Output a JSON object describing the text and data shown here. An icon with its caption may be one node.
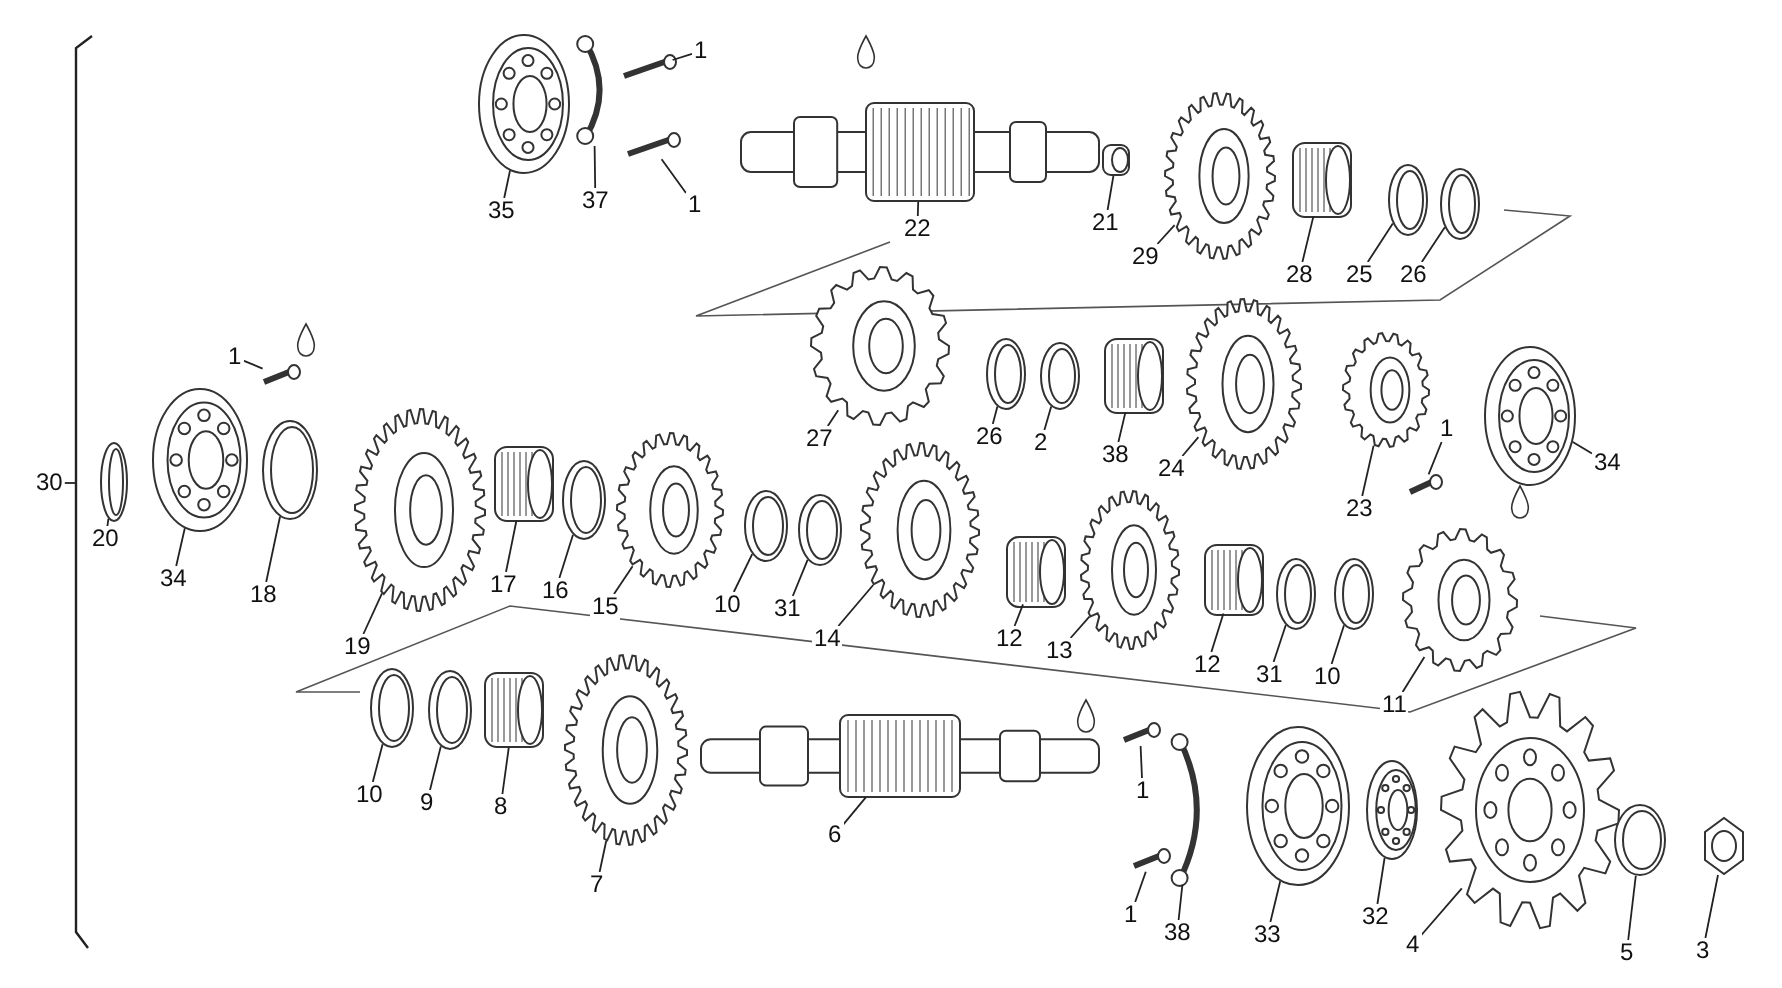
{
  "diagram": {
    "nodes": [
      {
        "text": [
          "1"
        ]
      },
      {
        "text": [],
        "shape": "picture"
      },
      {
        "text": [
          "37"
        ]
      },
      {
        "text": [],
        "shape": "picture"
      },
      {
        "text": [
          "1"
        ]
      },
      {
        "text": [],
        "shape": "picture"
      },
      {
        "text": [
          "35"
        ]
      },
      {
        "text": [],
        "shape": "picture"
      },
      {
        "text": [
          "22"
        ]
      },
      {
        "text": [],
        "shape": "picture"
      },
      {
        "text": [
          "21"
        ]
      },
      {
        "text": [],
        "shape": "picture"
      },
      {
        "text": [
          "29"
        ]
      },
      {
        "text": [],
        "shape": "picture"
      },
      {
        "text": [
          "28"
        ]
      },
      {
        "text": [],
        "shape": "picture"
      },
      {
        "text": [
          "25"
        ]
      },
      {
        "text": [],
        "shape": "picture"
      },
      {
        "text": [
          "26"
        ]
      },
      {
        "text": [],
        "shape": "picture"
      },
      {
        "text": [
          "1"
        ]
      },
      {
        "text": [],
        "shape": "picture"
      },
      {
        "text": [
          "27"
        ]
      },
      {
        "text": [],
        "shape": "picture"
      },
      {
        "text": [
          "26"
        ]
      },
      {
        "text": [],
        "shape": "picture"
      },
      {
        "text": [
          "2"
        ]
      },
      {
        "text": [],
        "shape": "picture"
      },
      {
        "text": [
          "38"
        ]
      },
      {
        "text": [],
        "shape": "picture"
      },
      {
        "text": [
          "24"
        ]
      },
      {
        "text": [],
        "shape": "picture"
      },
      {
        "text": [
          "23"
        ]
      },
      {
        "text": [],
        "shape": "picture"
      },
      {
        "text": [
          "1"
        ]
      },
      {
        "text": [],
        "shape": "picture"
      },
      {
        "text": [
          "34"
        ]
      },
      {
        "text": [],
        "shape": "picture"
      },
      {
        "text": [
          "20"
        ]
      },
      {
        "text": [],
        "shape": "picture"
      },
      {
        "text": [
          "34"
        ]
      },
      {
        "text": [],
        "shape": "picture"
      },
      {
        "text": [
          "18"
        ]
      },
      {
        "text": [],
        "shape": "picture"
      },
      {
        "text": [
          "19"
        ]
      },
      {
        "text": [],
        "shape": "picture"
      },
      {
        "text": [
          "17"
        ]
      },
      {
        "text": [],
        "shape": "picture"
      },
      {
        "text": [
          "16"
        ]
      },
      {
        "text": [],
        "shape": "picture"
      },
      {
        "text": [
          "15"
        ]
      },
      {
        "text": [],
        "shape": "picture"
      },
      {
        "text": [
          "10"
        ]
      },
      {
        "text": [],
        "shape": "picture"
      },
      {
        "text": [
          "31"
        ]
      },
      {
        "text": [],
        "shape": "picture"
      },
      {
        "text": [
          "14"
        ]
      },
      {
        "text": [],
        "shape": "picture"
      },
      {
        "text": [
          "12"
        ]
      },
      {
        "text": [],
        "shape": "picture"
      },
      {
        "text": [
          "13"
        ]
      },
      {
        "text": [],
        "shape": "picture"
      },
      {
        "text": [
          "12"
        ]
      },
      {
        "text": [],
        "shape": "picture"
      },
      {
        "text": [
          "31"
        ]
      },
      {
        "text": [],
        "shape": "picture"
      },
      {
        "text": [
          "10"
        ]
      },
      {
        "text": [],
        "shape": "picture"
      },
      {
        "text": [
          "11"
        ]
      },
      {
        "text": [],
        "shape": "picture"
      },
      {
        "text": [
          "10"
        ]
      },
      {
        "text": [],
        "shape": "picture"
      },
      {
        "text": [
          "9"
        ]
      },
      {
        "text": [],
        "shape": "picture"
      },
      {
        "text": [
          "8"
        ]
      },
      {
        "text": [],
        "shape": "picture"
      },
      {
        "text": [
          "7"
        ]
      },
      {
        "text": [],
        "shape": "picture"
      },
      {
        "text": [
          "6"
        ]
      },
      {
        "text": [],
        "shape": "picture"
      },
      {
        "text": [
          "1"
        ]
      },
      {
        "text": [],
        "shape": "picture"
      },
      {
        "text": [
          "1"
        ]
      },
      {
        "text": [],
        "shape": "picture"
      },
      {
        "text": [
          "38"
        ]
      },
      {
        "text": [],
        "shape": "picture"
      },
      {
        "text": [
          "33"
        ]
      },
      {
        "text": [],
        "shape": "picture"
      },
      {
        "text": [
          "32"
        ]
      },
      {
        "text": [],
        "shape": "picture"
      },
      {
        "text": [
          "4"
        ]
      },
      {
        "text": [],
        "shape": "picture"
      },
      {
        "text": [
          "5"
        ]
      },
      {
        "text": [],
        "shape": "picture"
      },
      {
        "text": [
          "3"
        ]
      },
      {
        "text": [],
        "shape": "picture"
      },
      {
        "text": [
          "30"
        ]
      },
      {
        "text": [],
        "shape": "bracket"
      }
    ],
    "edges": [
      {
        "from": 0,
        "to": 1,
        "arrow": "none"
      },
      {
        "from": 2,
        "to": 3,
        "arrow": "none"
      },
      {
        "from": 4,
        "to": 5,
        "arrow": "none"
      },
      {
        "from": 6,
        "to": 7,
        "arrow": "none"
      },
      {
        "from": 8,
        "to": 9,
        "arrow": "none"
      },
      {
        "from": 10,
        "to": 11,
        "arrow": "none"
      },
      {
        "from": 12,
        "to": 13,
        "arrow": "none"
      },
      {
        "from": 14,
        "to": 15,
        "arrow": "none"
      },
      {
        "from": 16,
        "to": 17,
        "arrow": "none"
      },
      {
        "from": 18,
        "to": 19,
        "arrow": "none"
      },
      {
        "from": 20,
        "to": 21,
        "arrow": "none"
      },
      {
        "from": 22,
        "to": 23,
        "arrow": "none"
      },
      {
        "from": 24,
        "to": 25,
        "arrow": "none"
      },
      {
        "from": 26,
        "to": 27,
        "arrow": "none"
      },
      {
        "from": 28,
        "to": 29,
        "arrow": "none"
      },
      {
        "from": 30,
        "to": 31,
        "arrow": "none"
      },
      {
        "from": 32,
        "to": 33,
        "arrow": "none"
      },
      {
        "from": 34,
        "to": 35,
        "arrow": "none"
      },
      {
        "from": 36,
        "to": 37,
        "arrow": "none"
      },
      {
        "from": 38,
        "to": 39,
        "arrow": "none"
      },
      {
        "from": 40,
        "to": 41,
        "arrow": "none"
      },
      {
        "from": 42,
        "to": 43,
        "arrow": "none"
      },
      {
        "from": 44,
        "to": 45,
        "arrow": "none"
      },
      {
        "from": 46,
        "to": 47,
        "arrow": "none"
      },
      {
        "from": 48,
        "to": 49,
        "arrow": "none"
      },
      {
        "from": 50,
        "to": 51,
        "arrow": "none"
      },
      {
        "from": 52,
        "to": 53,
        "arrow": "none"
      },
      {
        "from": 54,
        "to": 55,
        "arrow": "none"
      },
      {
        "from": 56,
        "to": 57,
        "arrow": "none"
      },
      {
        "from": 58,
        "to": 59,
        "arrow": "none"
      },
      {
        "from": 60,
        "to": 61,
        "arrow": "none"
      },
      {
        "from": 62,
        "to": 63,
        "arrow": "none"
      },
      {
        "from": 64,
        "to": 65,
        "arrow": "none"
      },
      {
        "from": 66,
        "to": 67,
        "arrow": "none"
      },
      {
        "from": 68,
        "to": 69,
        "arrow": "none"
      },
      {
        "from": 70,
        "to": 71,
        "arrow": "none"
      },
      {
        "from": 72,
        "to": 73,
        "arrow": "none"
      },
      {
        "from": 74,
        "to": 75,
        "arrow": "none"
      },
      {
        "from": 76,
        "to": 77,
        "arrow": "none"
      },
      {
        "from": 78,
        "to": 79,
        "arrow": "none"
      },
      {
        "from": 80,
        "to": 81,
        "arrow": "none"
      },
      {
        "from": 82,
        "to": 83,
        "arrow": "none"
      },
      {
        "from": 84,
        "to": 85,
        "arrow": "none"
      },
      {
        "from": 86,
        "to": 87,
        "arrow": "none"
      },
      {
        "from": 88,
        "to": 89,
        "arrow": "none"
      },
      {
        "from": 90,
        "to": 91,
        "arrow": "none"
      },
      {
        "from": 92,
        "to": 93,
        "arrow": "none"
      },
      {
        "from": 94,
        "to": 95,
        "arrow": "none"
      },
      {
        "from": 96,
        "to": 97,
        "arrow": "none"
      }
    ]
  }
}
